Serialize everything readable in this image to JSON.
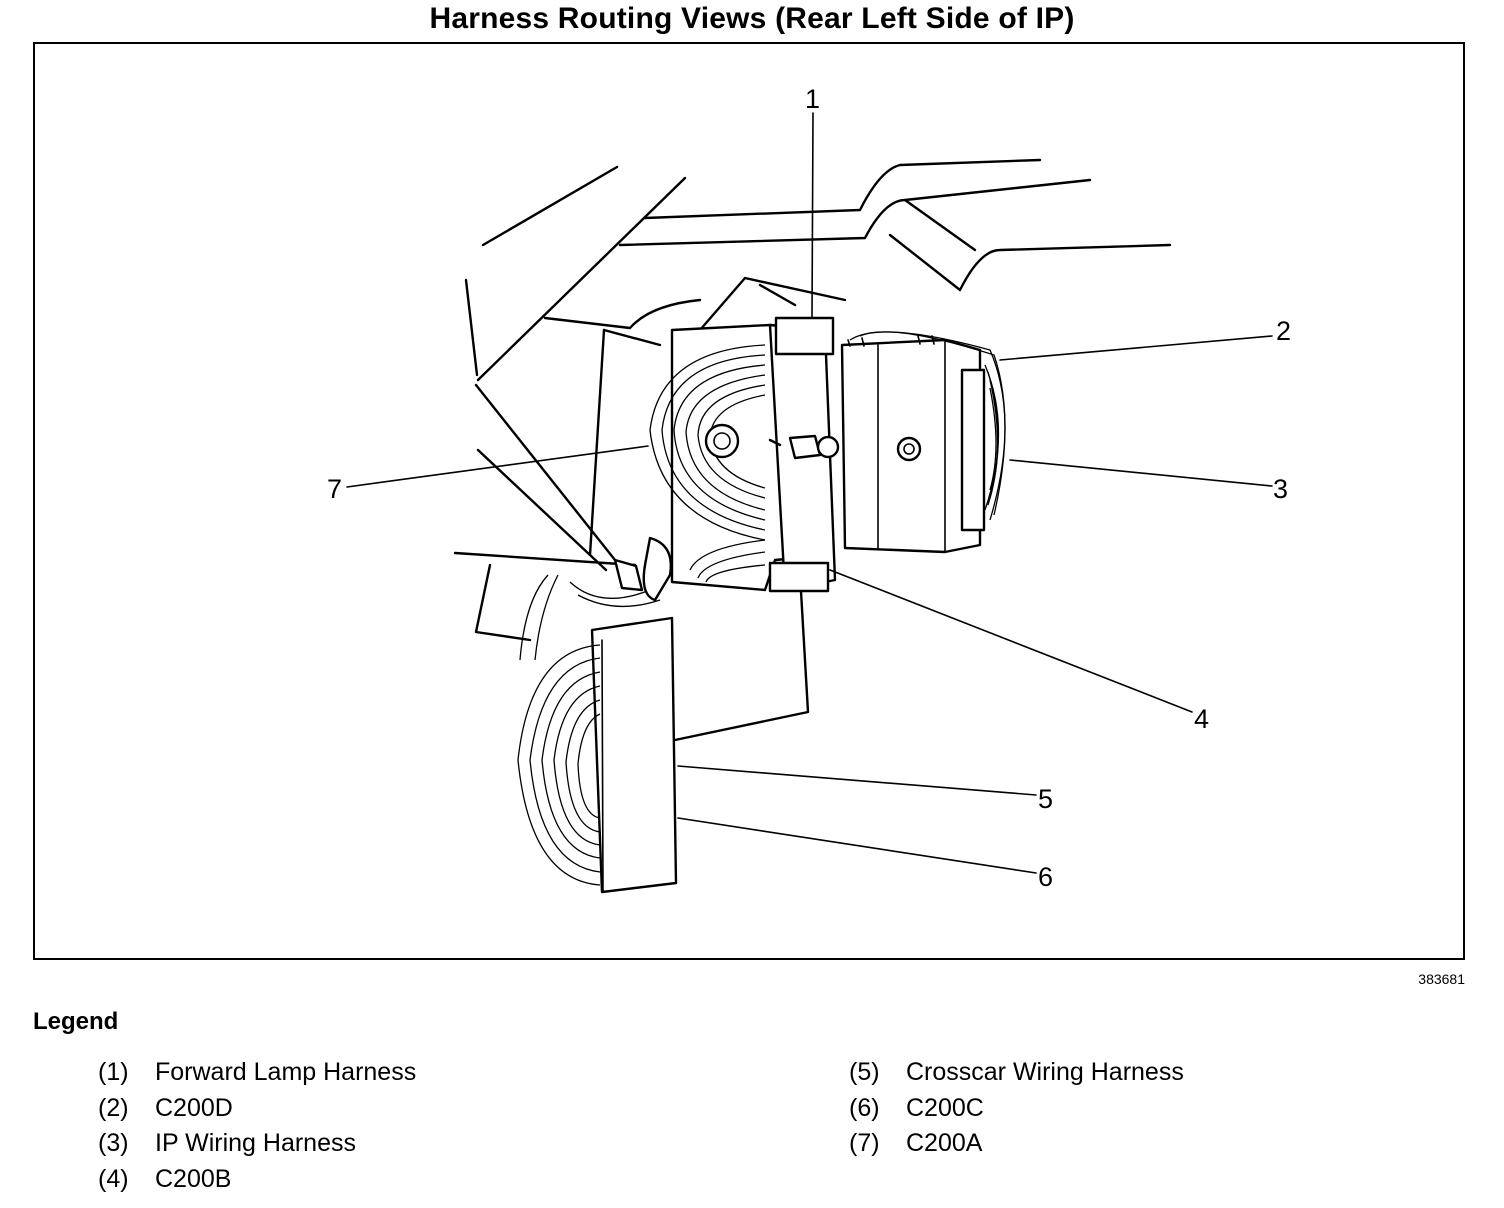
{
  "title": "Harness Routing Views (Rear Left Side of IP)",
  "figure_id": "383681",
  "legend": {
    "heading": "Legend",
    "items": [
      {
        "num": "(1)",
        "label": "Forward Lamp Harness"
      },
      {
        "num": "(2)",
        "label": "C200D"
      },
      {
        "num": "(3)",
        "label": "IP Wiring Harness"
      },
      {
        "num": "(4)",
        "label": "C200B"
      },
      {
        "num": "(5)",
        "label": "Crosscar Wiring Harness"
      },
      {
        "num": "(6)",
        "label": "C200C"
      },
      {
        "num": "(7)",
        "label": "C200A"
      }
    ]
  },
  "callouts": [
    "1",
    "2",
    "3",
    "4",
    "5",
    "6",
    "7"
  ]
}
